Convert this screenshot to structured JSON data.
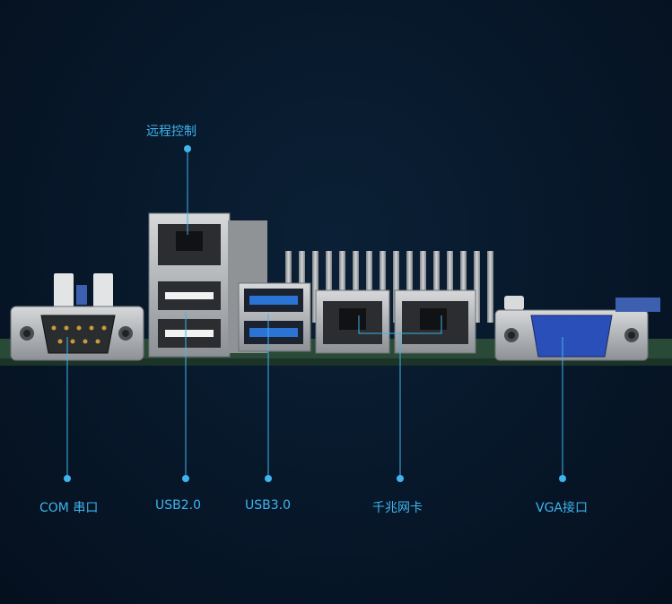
{
  "labels": {
    "remote": "远程控制",
    "com": "COM 串口",
    "usb2": "USB2.0",
    "usb3": "USB3.0",
    "lan": "千兆网卡",
    "vga": "VGA接口"
  },
  "colors": {
    "background": "#061526",
    "accent": "#3fb4ee",
    "usb3_blue": "#2b74d6",
    "vga_blue": "#2b4fb8",
    "board_green": "#2a4a38",
    "metal": "#b9bcbf"
  }
}
